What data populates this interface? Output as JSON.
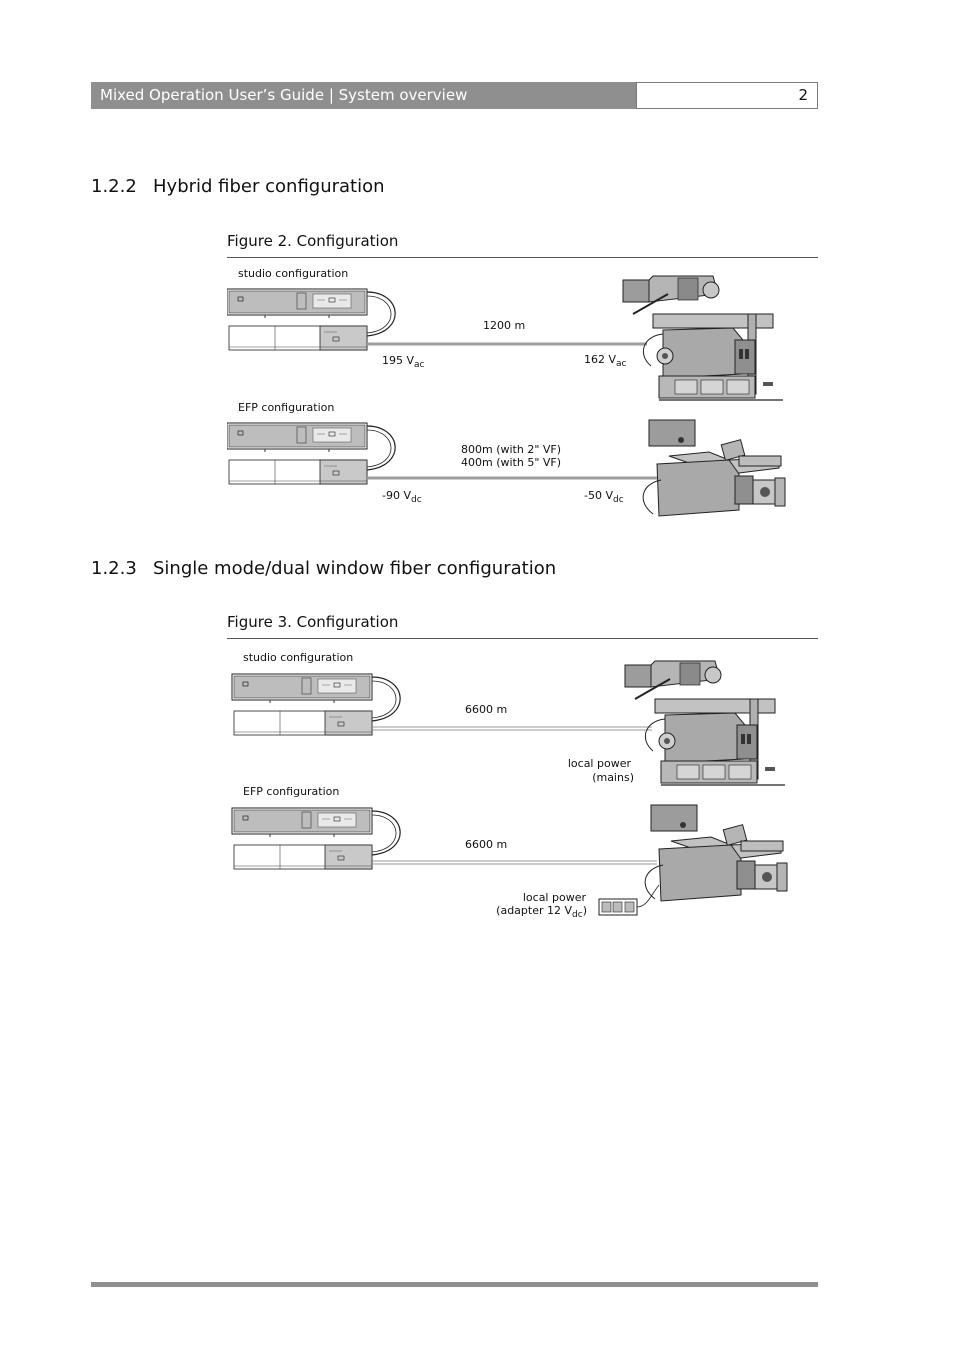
{
  "header": {
    "title": "Mixed Operation User’s Guide | System overview",
    "page_number": "2"
  },
  "section_122": {
    "number": "1.2.2",
    "title": "Hybrid fiber configuration",
    "figure_caption": "Figure 2.  Configuration",
    "studio": {
      "label": "studio configuration",
      "distance": "1200 m",
      "base_voltage": "195 V",
      "base_voltage_sub": "ac",
      "camera_voltage": "162 V",
      "camera_voltage_sub": "ac"
    },
    "efp": {
      "label": "EFP configuration",
      "distance_line1": "800m (with 2\" VF)",
      "distance_line2": "400m (with 5\" VF)",
      "base_voltage": "-90 V",
      "base_voltage_sub": "dc",
      "camera_voltage": "-50 V",
      "camera_voltage_sub": "dc"
    }
  },
  "section_123": {
    "number": "1.2.3",
    "title": "Single mode/dual window fiber configuration",
    "figure_caption": "Figure 3.  Configuration",
    "studio": {
      "label": "studio configuration",
      "distance": "6600 m",
      "power_line1": "local power",
      "power_line2": "(mains)"
    },
    "efp": {
      "label": "EFP configuration",
      "distance": "6600 m",
      "power_line1": "local power",
      "power_line2_prefix": "(adapter 12 V",
      "power_line2_sub": "dc",
      "power_line2_suffix": ")"
    }
  }
}
